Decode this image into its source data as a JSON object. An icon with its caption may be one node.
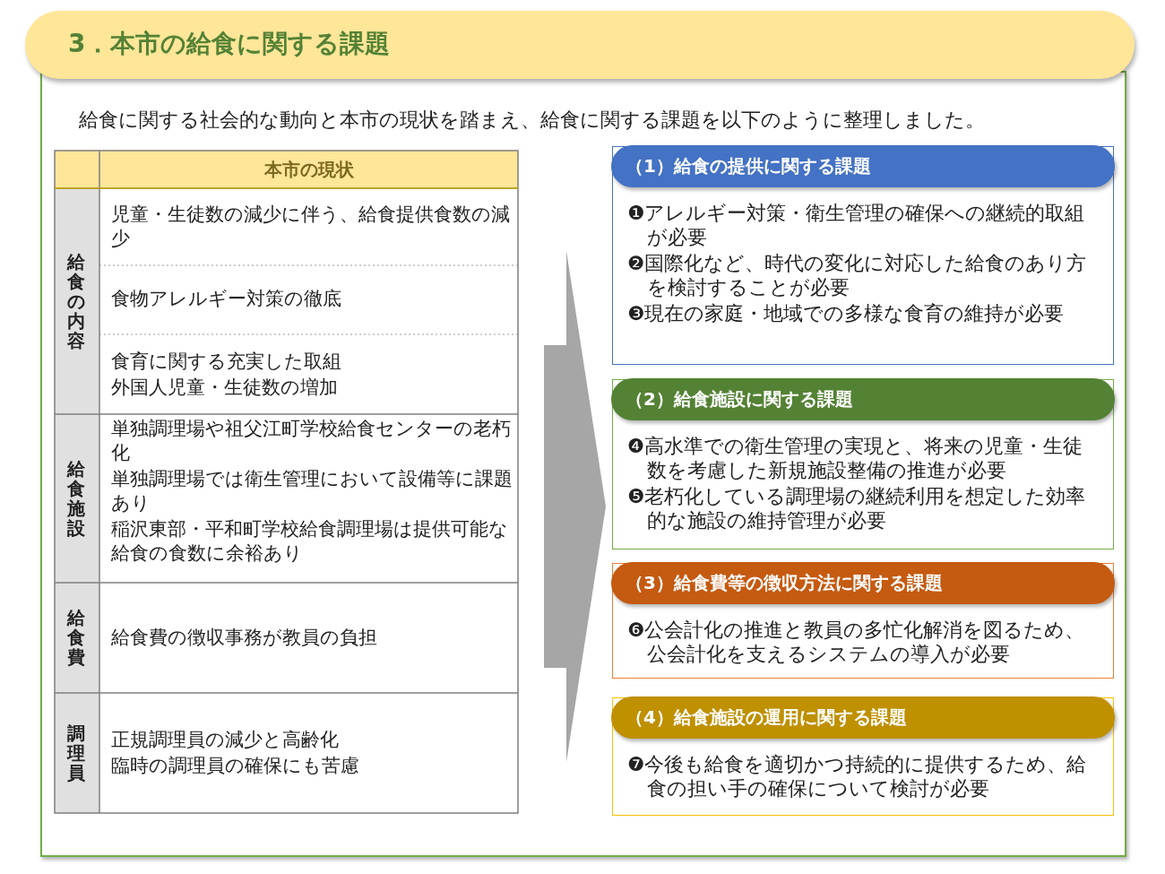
{
  "diagram": {
    "title": "3．本市の給食に関する課題",
    "nodes": [
      {
        "text": [
          "（1）給食の提供に関する課題",
          "❶アレルギー対策・衛生管理の確保への継続的取組が必要",
          "❷国際化など、時代の変化に対応した給食のあり方を検討することが必要",
          "❸現在の家庭・地域での多様な食育の維持が必要"
        ]
      },
      {
        "text": [
          "（2）給食施設に関する課題",
          "❹高水準での衛生管理の実現と、将来の児童・生徒数を考慮した新規施設整備の推進が必要",
          "❺老朽化している調理場の継続利用を想定した効率的な施設の維持管理が必要"
        ]
      },
      {
        "text": [
          "（3）給食費等の徴収方法に関する課題",
          "❻公会計化の推進と教員の多忙化解消を図るため、公会計化を支えるシステムの導入が必要"
        ]
      },
      {
        "text": [
          "（4）給食施設の運用に関する課題",
          "❼今後も給食を適切かつ持続的に提供するため、給食の担い手の確保について検討が必要"
        ]
      }
    ],
    "edges": [],
    "labels": [
      "給食に関する社会的な動向と本市の現状を踏まえ、給食に関する課題を以下のように整理しました。",
      "本市の現状",
      "給食の内容",
      "児童・生徒数の減少に伴う、給食提供食数の減少",
      "食物アレルギー対策の徹底",
      "食育に関する充実した取組",
      "外国人児童・生徒数の増加",
      "給食施設",
      "単独調理場や祖父江町学校給食センターの老朽化",
      "単独調理場では衛生管理において設備等に課題あり",
      "稲沢東部・平和町学校給食調理場は提供可能な給食の食数に余裕あり",
      "給食費",
      "給食費の徴収事務が教員の負担",
      "調理員",
      "正規調理員の減少と高齢化",
      "臨時の調理員の確保にも苦慮"
    ]
  }
}
